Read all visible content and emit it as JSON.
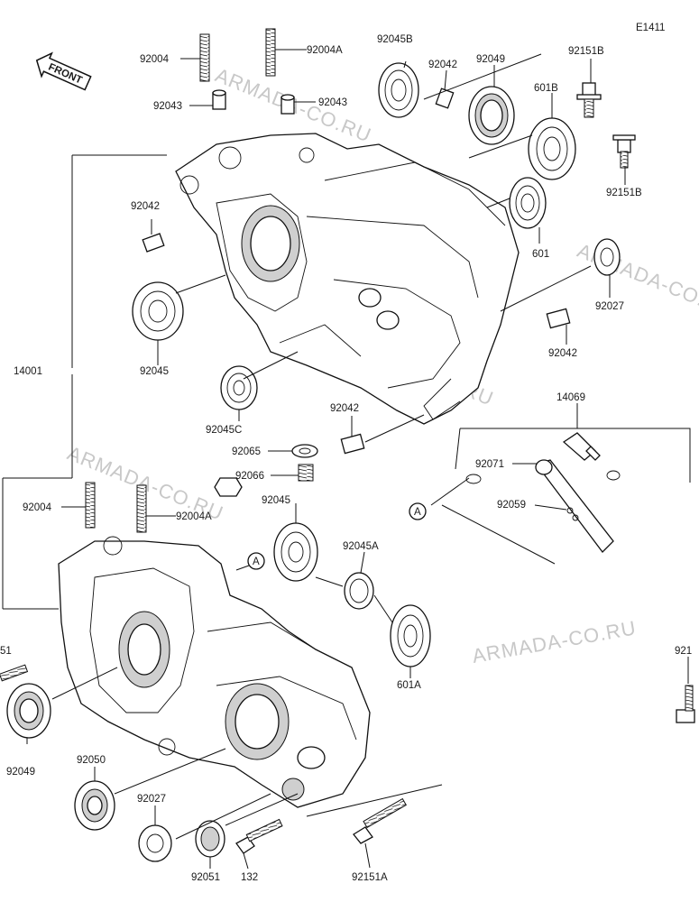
{
  "diagram_code": "E1411",
  "front_label": "FRONT",
  "watermark_text": "ARMADA-CO.RU",
  "circle_ref": "A",
  "labels": {
    "p92004_top": "92004",
    "p92004A_top": "92004A",
    "p92045B": "92045B",
    "p92042_top": "92042",
    "p92049_top": "92049",
    "p92151B_top": "92151B",
    "p92043_left": "92043",
    "p92043_right": "92043",
    "p601B": "601B",
    "p92042_left": "92042",
    "p92151B_right": "92151B",
    "p601": "601",
    "p92027_right": "92027",
    "p14001": "14001",
    "p92045_left": "92045",
    "p92042_right": "92042",
    "p14069": "14069",
    "p92045C": "92045C",
    "p92042_mid": "92042",
    "p92065": "92065",
    "p92071": "92071",
    "p92066": "92066",
    "p92059": "92059",
    "p92004_low": "92004",
    "p92004A_low": "92004A",
    "p92045_low": "92045",
    "p92045A": "92045A",
    "p51": "51",
    "p21": "921",
    "p601A": "601A",
    "p92049_low": "92049",
    "p92050": "92050",
    "p92027_low": "92027",
    "p92051": "92051",
    "p132": "132",
    "p92151A": "92151A"
  }
}
